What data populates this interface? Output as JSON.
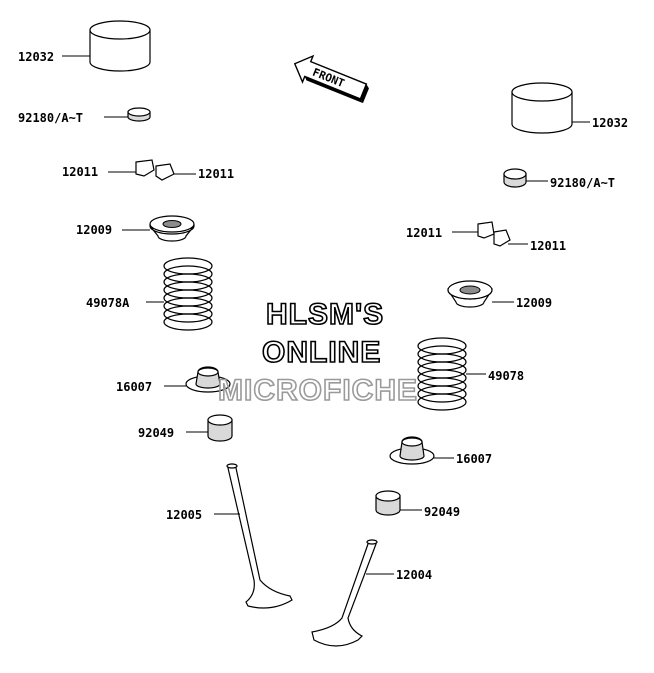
{
  "front_arrow": {
    "label": "FRONT"
  },
  "watermark": {
    "line1": "HLSM'S",
    "line2": "ONLINE",
    "line3": "MICROFICHE"
  },
  "labels": {
    "tappet_left": "12032",
    "shim_left": "92180/A~T",
    "keeper_left_a": "12011",
    "keeper_left_b": "12011",
    "retainer_left": "12009",
    "spring_left": "49078A",
    "spring_seat_left": "16007",
    "seal_left": "92049",
    "valve_exhaust": "12005",
    "tappet_right": "12032",
    "shim_right": "92180/A~T",
    "keeper_right_a": "12011",
    "keeper_right_b": "12011",
    "retainer_right": "12009",
    "spring_right": "49078",
    "spring_seat_right": "16007",
    "seal_right": "92049",
    "valve_intake": "12004"
  }
}
